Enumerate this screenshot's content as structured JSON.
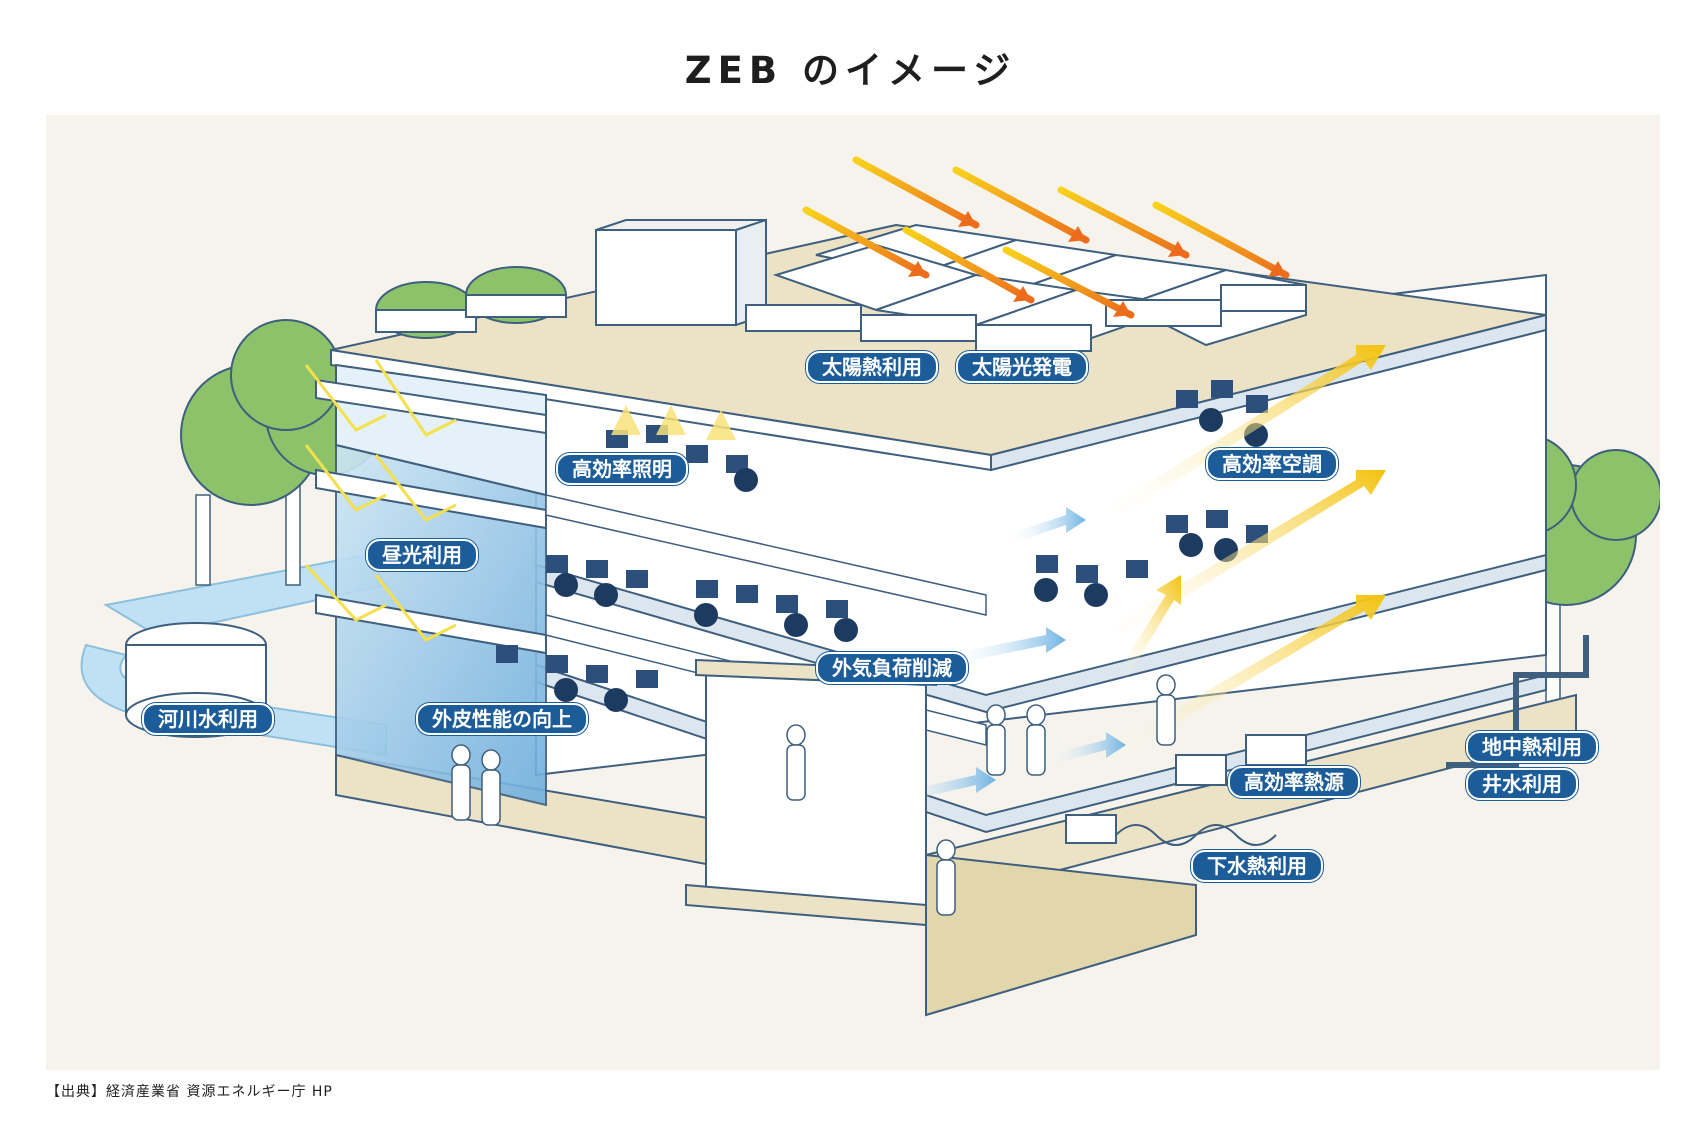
{
  "title": "ZEB のイメージ",
  "source": "【出典】経済産業省 資源エネルギー庁 HP",
  "labels": {
    "solar_heat": "太陽熱利用",
    "solar_power": "太陽光発電",
    "efficient_lighting": "高効率照明",
    "efficient_ac": "高効率空調",
    "daylight": "昼光利用",
    "outside_air_load": "外気負荷削減",
    "river_water": "河川水利用",
    "envelope": "外皮性能の向上",
    "geothermal": "地中熱利用",
    "well_water": "井水利用",
    "efficient_heat_source": "高効率熱源",
    "sewage_heat": "下水熱利用"
  },
  "colors": {
    "label_bg": "#1c5d99",
    "panel_bg": "#f5f3ec",
    "building_line": "#3f5f7e",
    "roof": "#ece3c6",
    "tree": "#8cc36a",
    "glass": "#a9d3ec",
    "sun_arrow": "#f4c20d",
    "arrow_tip": "#ec6c1c",
    "water": "#bfe1f3"
  }
}
